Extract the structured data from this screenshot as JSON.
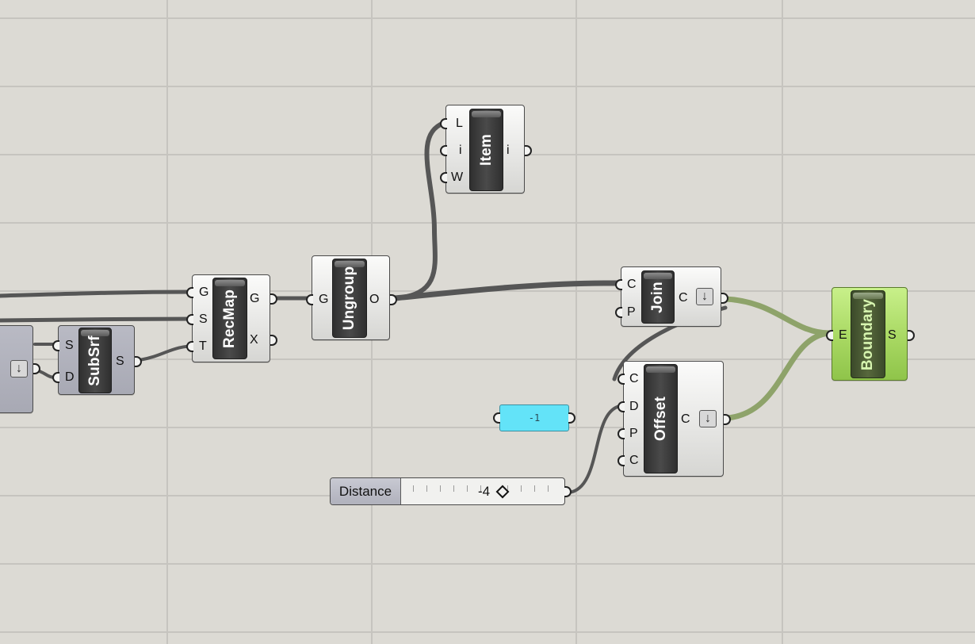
{
  "canvas": {
    "background": "#dcdad4",
    "wire_color": "#565656",
    "wire_green": "#8ea36a"
  },
  "components": {
    "item": {
      "name": "Item",
      "inputs": [
        "L",
        "i",
        "W"
      ],
      "outputs": [
        "i"
      ]
    },
    "recmap": {
      "name": "RecMap",
      "inputs": [
        "G",
        "S",
        "T"
      ],
      "outputs": [
        "G",
        "X"
      ]
    },
    "ungroup": {
      "name": "Ungroup",
      "inputs": [
        "G"
      ],
      "outputs": [
        "O"
      ]
    },
    "join": {
      "name": "Join",
      "inputs": [
        "C",
        "P"
      ],
      "outputs": [
        "C"
      ]
    },
    "offset": {
      "name": "Offset",
      "inputs": [
        "C",
        "D",
        "P",
        "C"
      ],
      "outputs": [
        "C"
      ]
    },
    "boundary": {
      "name": "Boundary",
      "inputs": [
        "E"
      ],
      "outputs": [
        "S"
      ],
      "color": "#a8d862"
    },
    "subsrf": {
      "name": "SubSrf",
      "inputs": [
        "S",
        "D"
      ],
      "outputs": [
        "S"
      ]
    }
  },
  "panel": {
    "value": "-1",
    "color": "#63e3f8"
  },
  "slider": {
    "label": "Distance",
    "value": "-4"
  },
  "icons": {
    "flatten": "arrow-down-icon"
  }
}
